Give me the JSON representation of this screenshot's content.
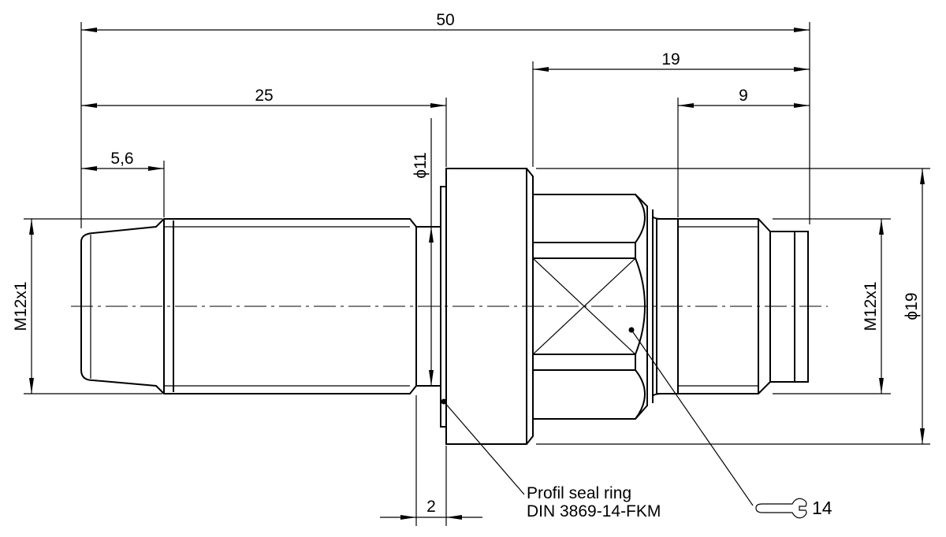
{
  "dimensions": {
    "overall_length": "50",
    "hex_to_end": "19",
    "thread_length": "25",
    "right_thread": "9",
    "tip": "5,6",
    "neck_diameter": "ϕ11",
    "left_thread": "M12x1",
    "right_thread_size": "M12x1",
    "flange_diameter": "ϕ19",
    "seal_width": "2"
  },
  "labels": {
    "seal_line1": "Profil seal ring",
    "seal_line2": "DIN 3869-14-FKM",
    "wrench_size": "14",
    "wrench_icon": "wrench-icon"
  }
}
